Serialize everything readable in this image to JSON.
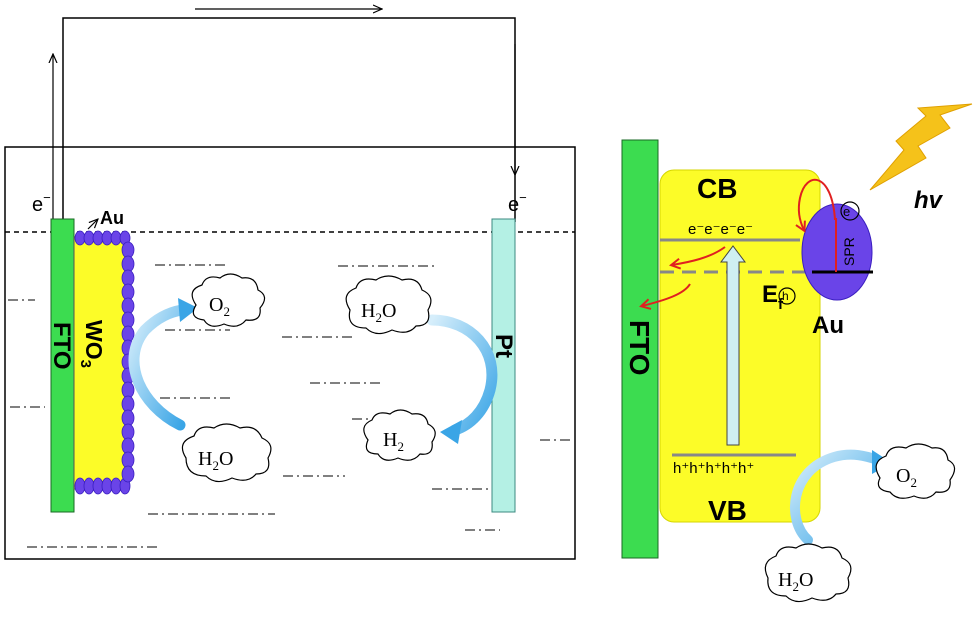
{
  "left_cell": {
    "electron_out": "e",
    "electron_in": "e",
    "charge_sign": "−",
    "au": "Au",
    "fto": "FTO",
    "wo3_main": "WO",
    "wo3_sub": "3",
    "pt": "Pt",
    "o2_main": "O",
    "o2_sub": "2",
    "h2o_left_main": "H",
    "h2o_left_sub": "2",
    "h2o_left_end": "O",
    "h2o_right_main": "H",
    "h2o_right_sub": "2",
    "h2o_right_end": "O",
    "h2_main": "H",
    "h2_sub": "2"
  },
  "band_diagram": {
    "fto": "FTO",
    "cb": "CB",
    "vb": "VB",
    "electrons": "e⁻e⁻e⁻e⁻",
    "holes": "h⁺h⁺h⁺h⁺h⁺",
    "ef_main": "E",
    "ef_sub": "f",
    "au": "Au",
    "spr": "SPR",
    "hv": "hv",
    "electron_symbol": "e",
    "hole_symbol": "h",
    "o2_main": "O",
    "o2_sub": "2",
    "h2o_main": "H",
    "h2o_sub": "2",
    "h2o_end": "O"
  },
  "colors": {
    "fto_green": "#3cdc50",
    "wo3_yellow": "#fcfc28",
    "au_purple": "#6a44e8",
    "pt_cyan": "#b4f0e4",
    "arrow_blue": "#5ab4ea",
    "red_arrow": "#e02020",
    "lightning": "#f5c21a"
  }
}
